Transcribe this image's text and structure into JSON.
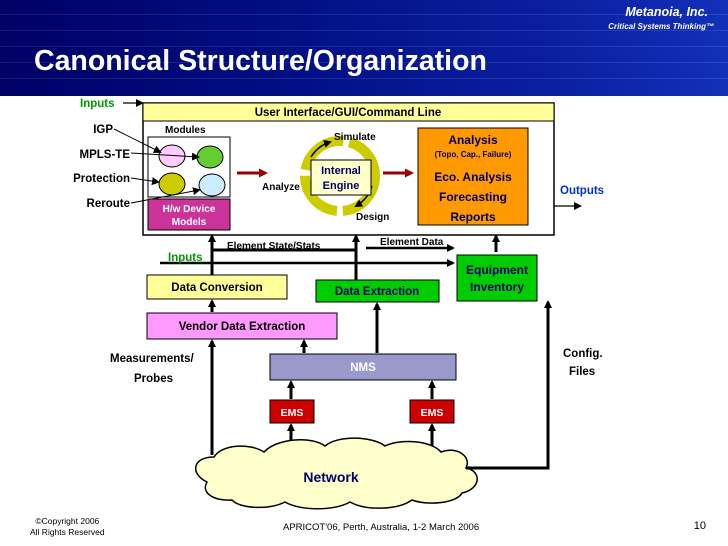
{
  "header": {
    "company": "Metanoia, Inc.",
    "tagline": "Critical Systems Thinking™",
    "title": "Canonical Structure/Organization"
  },
  "diagram": {
    "ui_bar": "User Interface/GUI/Command Line",
    "inputs_left": "Inputs",
    "inputs_lower": "Inputs",
    "outputs": "Outputs",
    "modules": "Modules",
    "protocols": [
      "IGP",
      "MPLS-TE",
      "Protection",
      "Reroute"
    ],
    "hw_models": [
      "H/w Device",
      "Models"
    ],
    "simulate": "Simulate",
    "analyze": "Analyze",
    "design": "Design",
    "engine": [
      "Internal",
      "Engine"
    ],
    "analysis_title": "Analysis",
    "analysis_sub": "(Topo, Cap., Failure)",
    "analysis_items": [
      "Eco. Analysis",
      "Forecasting",
      "Reports"
    ],
    "element_state": "Element State/Stats",
    "element_data": "Element Data",
    "equipment_inventory": [
      "Equipment",
      "Inventory"
    ],
    "data_conversion": "Data Conversion",
    "data_extraction": "Data Extraction",
    "vendor_data_extraction": "Vendor Data Extraction",
    "measurements": [
      "Measurements/",
      "Probes"
    ],
    "nms": "NMS",
    "config_files": [
      "Config.",
      "Files"
    ],
    "ems": [
      "EMS",
      "EMS"
    ],
    "network": "Network"
  },
  "colors": {
    "orange": "#ff9900",
    "purple": "#cc3399",
    "pink": "#ff99ff",
    "yellow": "#ffff99",
    "green": "#00cc00",
    "red": "#cc0000",
    "lavender": "#9999cc",
    "dark_red": "#990000",
    "light_yellow": "#ffffcc",
    "navy": "#000066",
    "input_green": "#009900",
    "output_blue": "#0033cc"
  },
  "footer": {
    "copyright": [
      "©Copyright 2006",
      "All Rights Reserved"
    ],
    "event": "APRICOT'06, Perth, Australia, 1-2 March 2006",
    "page": "10"
  }
}
